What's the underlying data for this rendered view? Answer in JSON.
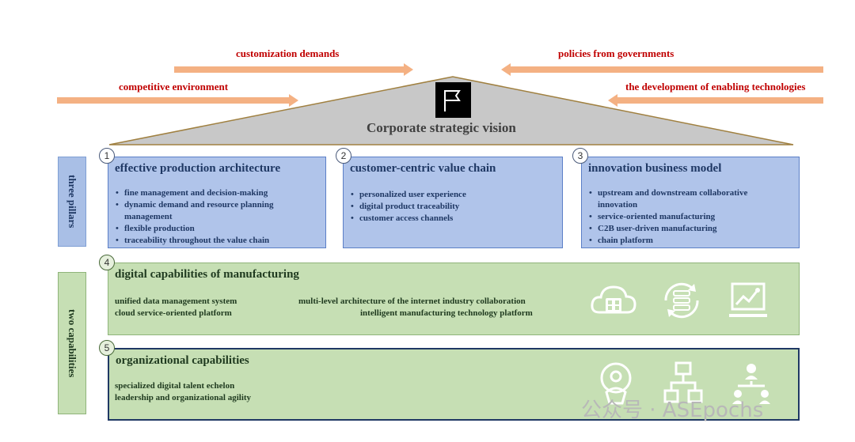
{
  "arrows": {
    "customization": "customization demands",
    "policies": "policies from governments",
    "competitive": "competitive environment",
    "enabling": "the development of enabling technologies"
  },
  "vision": {
    "title": "Corporate strategic vision",
    "icon": "flag-icon"
  },
  "side_labels": {
    "pillars": "three pillars",
    "capabilities": "two capabilities"
  },
  "pillars": [
    {
      "num": "1",
      "title": "effective production architecture",
      "items": [
        "fine management and decision-making",
        "dynamic demand and resource planning",
        "management",
        "flexible production",
        "traceability throughout the value chain"
      ]
    },
    {
      "num": "2",
      "title": "customer-centric value chain",
      "items": [
        "personalized user experience",
        "digital product traceability",
        "customer access channels"
      ]
    },
    {
      "num": "3",
      "title": "innovation business model",
      "items": [
        "upstream and downstream collaborative",
        "innovation",
        "service-oriented manufacturing",
        "C2B user-driven manufacturing",
        "chain platform"
      ]
    }
  ],
  "capabilities": [
    {
      "num": "4",
      "title": "digital capabilities of manufacturing",
      "items": [
        "unified data management system",
        "cloud service-oriented platform",
        "multi-level architecture of the internet industry collaboration",
        "intelligent manufacturing technology platform"
      ],
      "icons": [
        "cloud-calculator-icon",
        "database-sync-icon",
        "chart-monitor-icon"
      ]
    },
    {
      "num": "5",
      "title": "organizational capabilities",
      "items": [
        "specialized digital talent echelon",
        "leadership and organizational agility"
      ],
      "icons": [
        "head-user-icon",
        "org-chart-icon",
        "team-hierarchy-icon"
      ]
    }
  ],
  "watermark": "公众号 · ASEpochs",
  "colors": {
    "arrow": "#f4b183",
    "arrow_text": "#c00000",
    "roof": "#c8c8c8",
    "pillar": "#b0c4ea",
    "capability": "#c6dfb4"
  }
}
